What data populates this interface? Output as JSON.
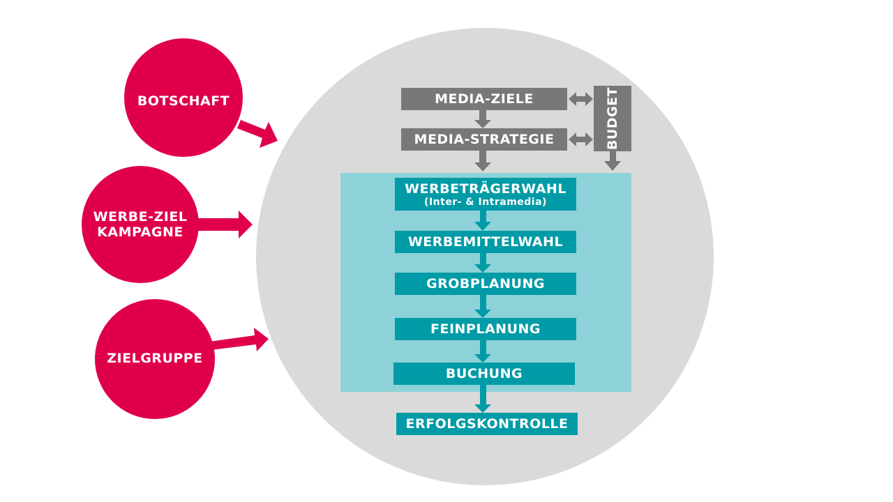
{
  "colors": {
    "red": "#e0004a",
    "gray_box": "#787878",
    "teal_box": "#009ba6",
    "teal_bg": "#8cd2d8",
    "circle": "#dadada"
  },
  "inputs": [
    {
      "label": "BOTSCHAFT"
    },
    {
      "label": "WERBE-ZIEL",
      "label2": "KAMPAGNE"
    },
    {
      "label": "ZIELGRUPPE"
    }
  ],
  "planning": {
    "media_ziele": "MEDIA-ZIELE",
    "media_strategie": "MEDIA-STRATEGIE",
    "budget": "BUDGET"
  },
  "steps": {
    "werbetraegerwahl": "WERBETRÄGERWAHL",
    "werbetraegerwahl_sub": "(Inter- & Intramedia)",
    "werbemittelwahl": "WERBEMITTELWAHL",
    "grobplanung": "GROBPLANUNG",
    "feinplanung": "FEINPLANUNG",
    "buchung": "BUCHUNG",
    "erfolgskontrolle": "ERFOLGSKONTROLLE"
  }
}
